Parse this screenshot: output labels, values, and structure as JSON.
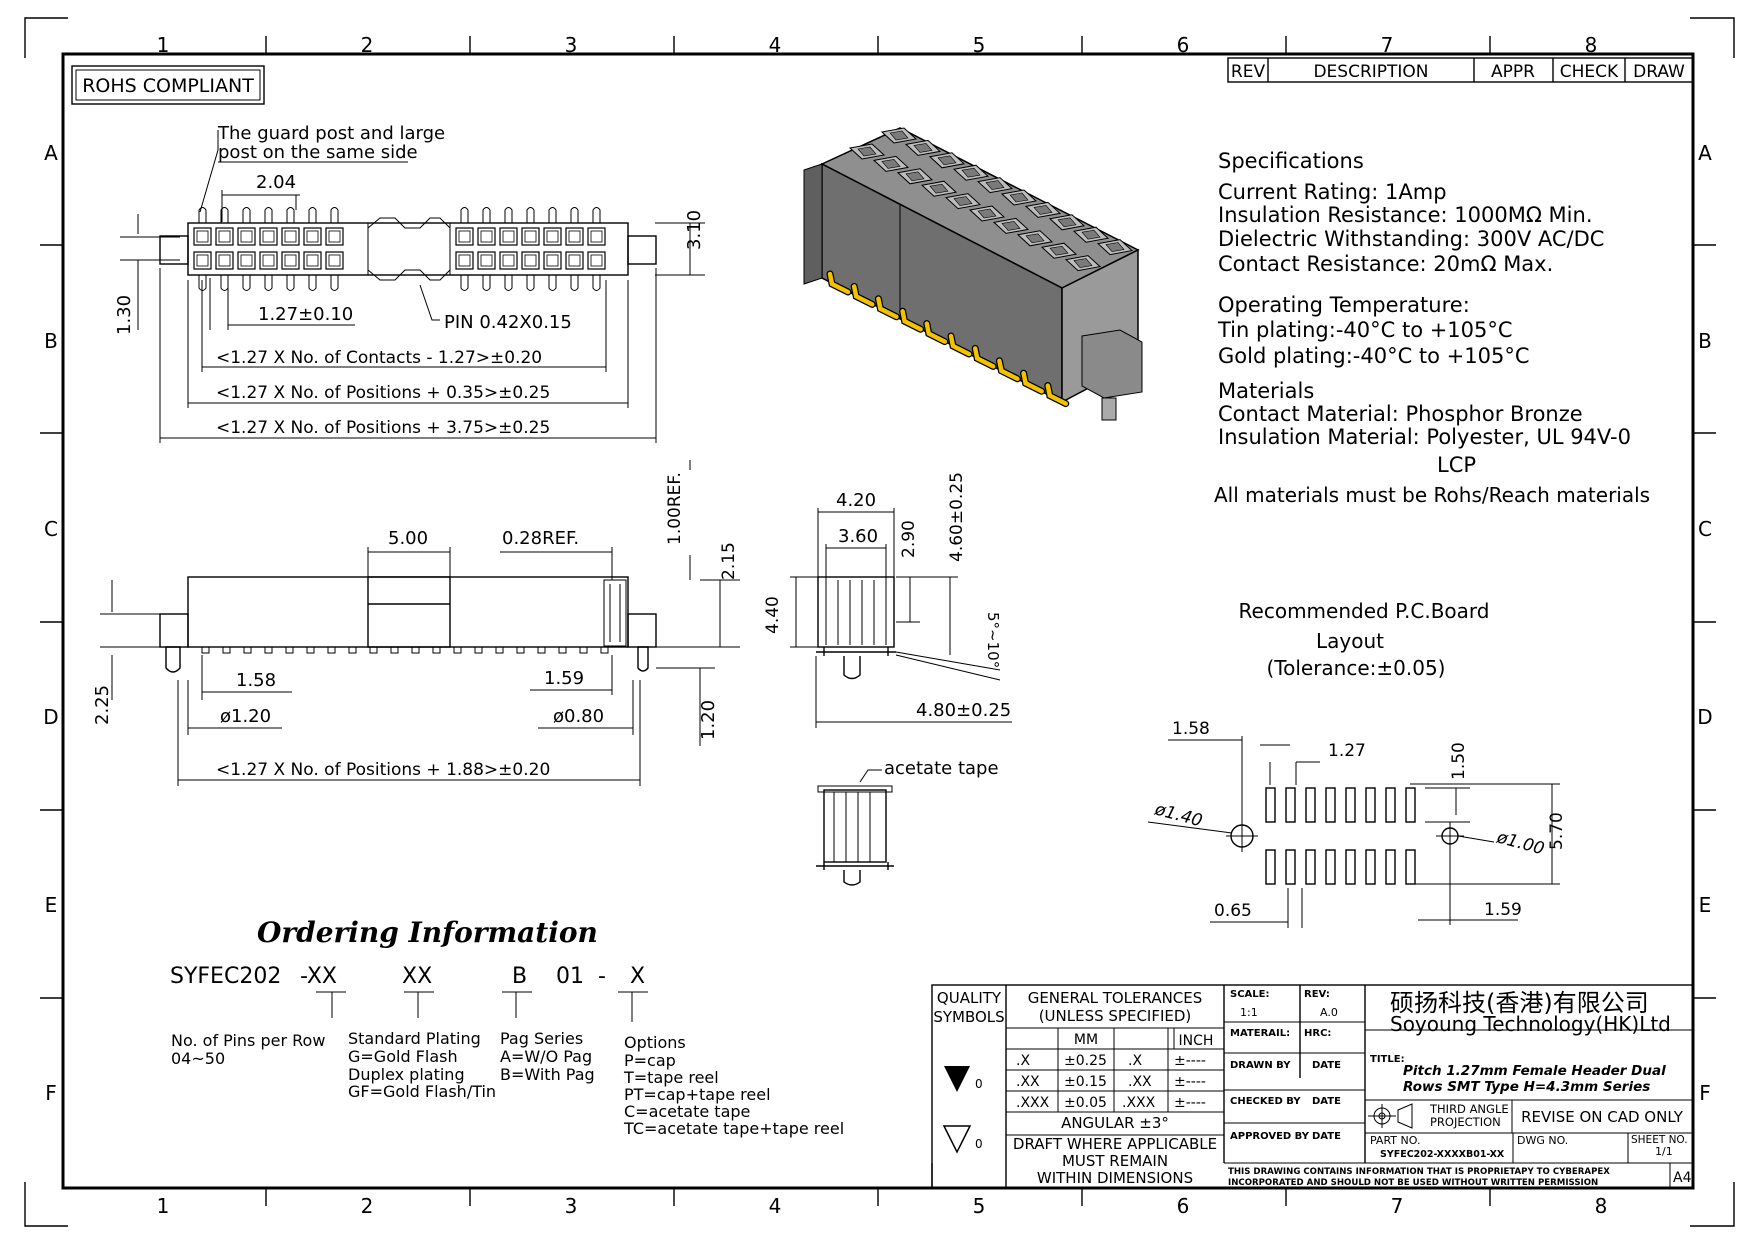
{
  "border": {
    "columns_top": [
      "1",
      "2",
      "3",
      "4",
      "5",
      "6",
      "7",
      "8"
    ],
    "columns_bottom": [
      "1",
      "2",
      "3",
      "4",
      "5",
      "6",
      "7",
      "8"
    ],
    "rows": [
      "A",
      "B",
      "C",
      "D",
      "E",
      "F"
    ]
  },
  "rohs_label": "ROHS COMPLIANT",
  "revision_header": {
    "rev": "REV",
    "description": "DESCRIPTION",
    "appr": "APPR",
    "check": "CHECK",
    "draw": "DRAW"
  },
  "top_view": {
    "note_line1": "The guard post and large",
    "note_line2": "post on the same side",
    "dim_pitch_a": "2.04",
    "dim_height": "3.10",
    "dim_row_pitch": "1.30",
    "dim_pitch": "1.27±0.10",
    "pin_label": "PIN 0.42X0.15",
    "dim_contacts": "<1.27 X No. of Contacts - 1.27>±0.20",
    "dim_positions_a": "<1.27 X No. of Positions + 0.35>±0.25",
    "dim_positions_b": "<1.27 X No. of Positions + 3.75>±0.25"
  },
  "specs": {
    "title": "Specifications",
    "lines": [
      "Current Rating: 1Amp",
      "Insulation Resistance: 1000MΩ Min.",
      "Dielectric Withstanding: 300V AC/DC",
      "Contact Resistance: 20mΩ Max."
    ],
    "op_title": "Operating Temperature:",
    "op_lines": [
      "Tin plating:-40°C to +105°C",
      "Gold plating:-40°C to +105°C"
    ],
    "mat_title": "Materials",
    "mat_lines": [
      "Contact Material: Phosphor Bronze",
      "Insulation Material: Polyester, UL 94V-0"
    ],
    "mat_lcp": "LCP",
    "rohs_note": "All materials must be Rohs/Reach materials"
  },
  "side_view": {
    "dim_5": "5.00",
    "dim_028": "0.28REF.",
    "dim_100": "1.00REF.",
    "dim_215": "2.15",
    "dim_158": "1.58",
    "dim_159": "1.59",
    "dim_d120": "ø1.20",
    "dim_d080": "ø0.80",
    "dim_225": "2.25",
    "dim_120": "1.20",
    "dim_total": "<1.27 X No. of Positions + 1.88>±0.20"
  },
  "end_view": {
    "dim_420": "4.20",
    "dim_360": "3.60",
    "dim_290": "2.90",
    "dim_460": "4.60±0.25",
    "dim_440": "4.40",
    "dim_angle": "5°~10°",
    "dim_480": "4.80±0.25",
    "acetate": "acetate tape"
  },
  "pcb": {
    "title1": "Recommended P.C.Board",
    "title2": "Layout",
    "title3": "(Tolerance:±0.05)",
    "dim_158": "1.58",
    "dim_127": "1.27",
    "dim_150": "1.50",
    "dim_d140": "ø1.40",
    "dim_d100": "ø1.00",
    "dim_570": "5.70",
    "dim_065": "0.65",
    "dim_159": "1.59"
  },
  "ordering": {
    "title": "Ordering Information",
    "code": "SYFEC202 -XX   XX      B  01 - X",
    "code_parts": [
      "SYFEC202",
      "-XX",
      "XX",
      "B",
      "01",
      "-",
      "X"
    ],
    "col1": [
      "No. of Pins per Row",
      "04~50"
    ],
    "col2": [
      "Standard Plating",
      "G=Gold Flash",
      "Duplex plating",
      "GF=Gold Flash/Tin"
    ],
    "col3": [
      "Pag Series",
      "A=W/O Pag",
      "B=With Pag"
    ],
    "col4": [
      "Options",
      "P=cap",
      "T=tape reel",
      "PT=cap+tape reel",
      "C=acetate tape",
      "TC=acetate tape+tape reel"
    ]
  },
  "title_block": {
    "quality": "QUALITY",
    "symbols": "SYMBOLS",
    "gen_tol": "GENERAL TOLERANCES",
    "unless": "(UNLESS SPECIFIED)",
    "mm": "MM",
    "inch": "INCH",
    "rows": [
      {
        "a": ".X",
        "b": "±0.25",
        "c": ".X",
        "d": "±----"
      },
      {
        "a": ".XX",
        "b": "±0.15",
        "c": ".XX",
        "d": "±----"
      },
      {
        "a": ".XXX",
        "b": "±0.05",
        "c": ".XXX",
        "d": "±----"
      }
    ],
    "angular": "ANGULAR ±3°",
    "draft1": "DRAFT WHERE APPLICABLE",
    "draft2": "MUST REMAIN",
    "draft3": "WITHIN DIMENSIONS",
    "scale_lbl": "SCALE:",
    "scale_val": "1:1",
    "rev_lbl": "REV:",
    "rev_val": "A.0",
    "material_lbl": "MATERAIL:",
    "hrc_lbl": "HRC:",
    "drawn_lbl": "DRAWN BY",
    "checked_lbl": "CHECKED BY",
    "approved_lbl": "APPROVED BY",
    "date_lbl": "DATE",
    "company_cn": "硕扬科技(香港)有限公司",
    "company_en": "Soyoung Technology(HK)Ltd",
    "title_lbl": "TITLE:",
    "title1": "Pitch 1.27mm Female Header Dual",
    "title2": "Rows SMT Type H=4.3mm Series",
    "projection1": "THIRD ANGLE",
    "projection2": "PROJECTION",
    "revise": "REVISE ON CAD ONLY",
    "part_lbl": "PART NO.",
    "part_val": "SYFEC202-XXXXB01-XX",
    "dwg_lbl": "DWG NO.",
    "sheet_lbl": "SHEET NO.",
    "sheet_val": "1/1",
    "note1": "THIS DRAWING CONTAINS INFORMATION THAT IS PROPRIETAPY TO CYBERAPEX",
    "note2": "INCORPORATED AND SHOULD NOT BE USED WITHOUT WRITTEN PERMISSION",
    "size": "A4",
    "sym1": "0",
    "sym2": "0"
  }
}
